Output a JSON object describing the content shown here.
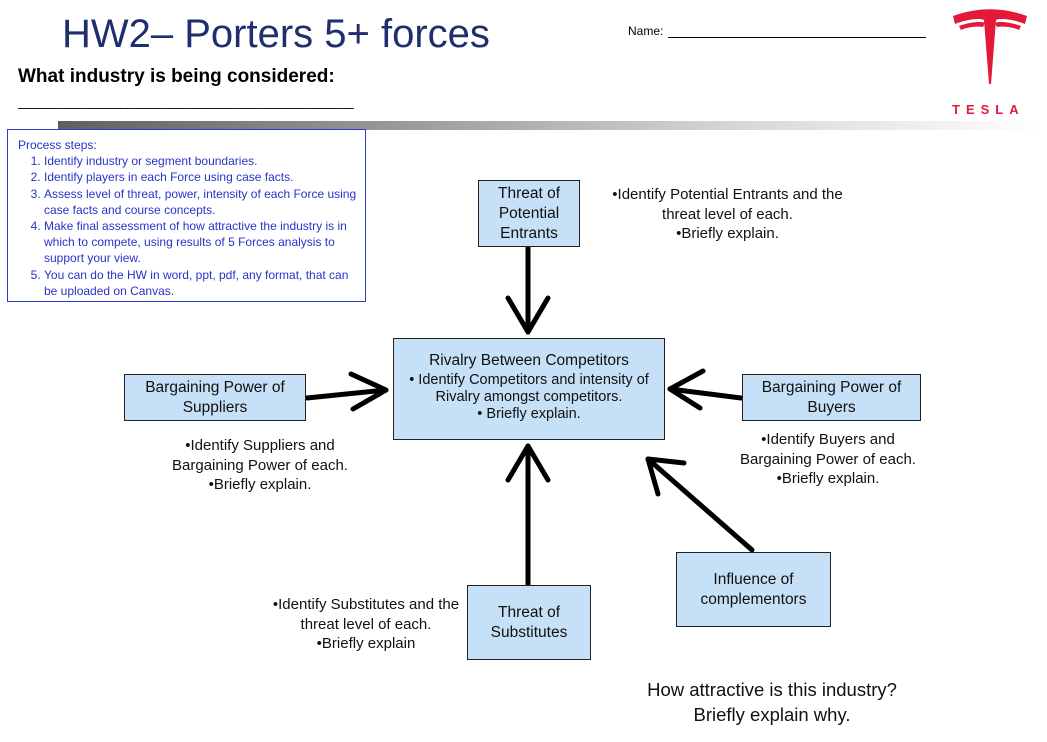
{
  "header": {
    "title": "HW2– Porters 5+ forces",
    "industry_question": "What industry is being considered:",
    "industry_answer_line": "______________________________________________",
    "name_label": "Name:"
  },
  "logo": {
    "wordmark": "TESLA",
    "color": "#e31937"
  },
  "process": {
    "heading": "Process steps:",
    "steps": [
      "Identify industry or segment boundaries.",
      "Identify players in each Force using case facts.",
      "Assess level of threat, power, intensity of each Force using case facts and course concepts.",
      "Make final assessment of how attractive the industry is in which to compete, using results of 5 Forces analysis to support your view.",
      "You can do the HW in word, ppt, pdf, any format, that can be uploaded on Canvas."
    ]
  },
  "forces": {
    "entrants": {
      "box": "Threat of Potential Entrants",
      "note": [
        "•Identify Potential Entrants and the",
        "threat level of each.",
        "•Briefly explain."
      ]
    },
    "rivalry": {
      "title": "Rivalry Between Competitors",
      "lines": [
        "•  Identify Competitors and intensity of",
        "Rivalry amongst competitors.",
        "•  Briefly explain."
      ]
    },
    "suppliers": {
      "box": "Bargaining Power of Suppliers",
      "note": [
        "•Identify Suppliers and",
        "Bargaining Power of each.",
        "•Briefly explain."
      ]
    },
    "buyers": {
      "box": "Bargaining Power of Buyers",
      "note": [
        "•Identify Buyers and",
        "Bargaining Power of each.",
        "•Briefly explain."
      ]
    },
    "substitutes": {
      "box": "Threat of Substitutes",
      "note": [
        "•Identify Substitutes and the",
        "threat level of each.",
        "•Briefly explain"
      ]
    },
    "complementors": {
      "box": "Influence of complementors"
    }
  },
  "final_question": [
    "How attractive is this industry?",
    "Briefly explain why."
  ],
  "colors": {
    "box_fill": "#c6e0f7",
    "title": "#1f2f6e",
    "process_text": "#2733c8",
    "arrow": "#000000"
  }
}
